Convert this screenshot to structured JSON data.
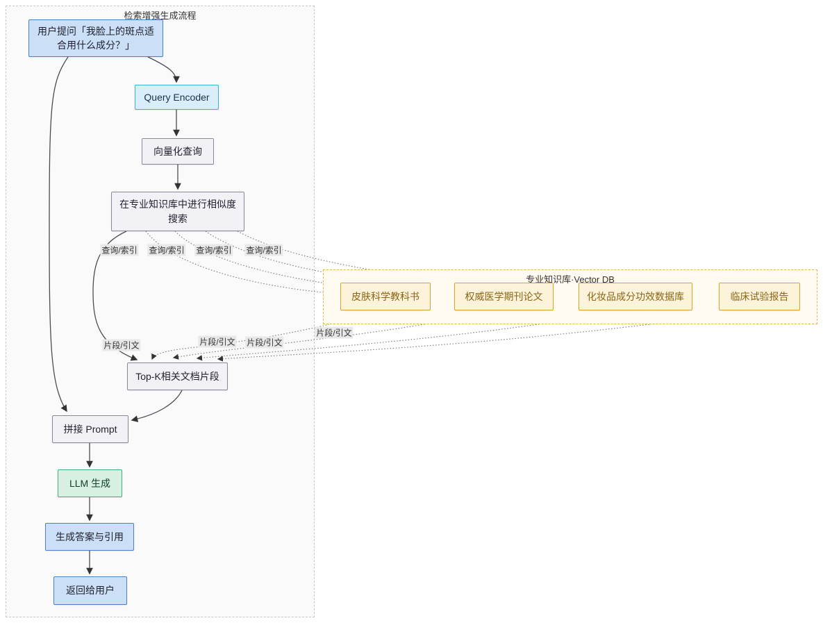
{
  "diagram": {
    "outer_group_label": "检索增强生成流程",
    "cluster_label": "专业知识库·Vector DB",
    "nodes": {
      "user_question": {
        "label": "用户提问「我脸上的斑点适合用什么成分？」"
      },
      "query_encoder": {
        "label": "Query Encoder"
      },
      "vectorize": {
        "label": "向量化查询"
      },
      "search": {
        "label": "在专业知识库中进行相似度搜索"
      },
      "db_textbook": {
        "label": "皮肤科学教科书"
      },
      "db_journal": {
        "label": "权威医学期刊论文"
      },
      "db_cosmetic": {
        "label": "化妆品成分功效数据库"
      },
      "db_clinical": {
        "label": "临床试验报告"
      },
      "topk": {
        "label": "Top-K相关文档片段"
      },
      "prompt": {
        "label": "拼接 Prompt"
      },
      "llm": {
        "label": "LLM 生成"
      },
      "answer": {
        "label": "生成答案与引用"
      },
      "return_user": {
        "label": "返回给用户"
      }
    },
    "edges": {
      "query_index_label": "查询/索引",
      "fragment_label": "片段/引文"
    }
  },
  "colors": {
    "blue-fill": "#cbdff7",
    "blue-border": "#4d7fc9",
    "cyan-fill": "#d9eef8",
    "cyan-border": "#3ab0d2",
    "gray-fill": "#f2f2f6",
    "gray-border": "#88889a",
    "green-fill": "#d8f0e2",
    "green-border": "#3fae7e",
    "orange-fill": "#fdf3da",
    "orange-border": "#d9a42d",
    "orange-text": "#8a6514",
    "cluster-fill": "#fffbf0",
    "cluster-border": "#e9b44c",
    "outer-fill": "#fafafa",
    "outer-border": "#c5c5ce",
    "edge": "#4a4a55",
    "label-bg": "#e8e8e8",
    "text": "#1f1f2e"
  }
}
